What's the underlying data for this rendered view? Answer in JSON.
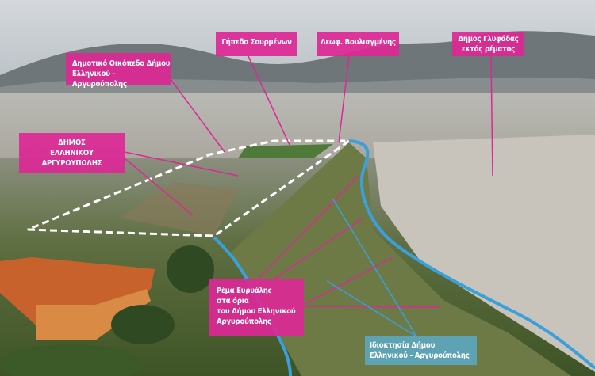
{
  "colors": {
    "pink": "#dc2896",
    "blue": "#3aa0dc",
    "outline": "#ffffff"
  },
  "labels": {
    "municipal_plot": [
      "Δημοτικό Οικόπεδο Δήμου",
      "Ελληνικού - Αργυρούπολης"
    ],
    "stadium": "Γήπεδο Σουρμένων",
    "avenue": "Λεωφ. Βουλιαγμένης",
    "glyfada": [
      "Δήμος Γλυφάδας",
      "εκτός ρέματος"
    ],
    "municipality": [
      "ΔΗΜΟΣ",
      "ΕΛΛΗΝΙΚΟΥ",
      "ΑΡΓΥΡΟΥΠΟΛΗΣ"
    ],
    "stream": [
      "Ρέμα Ευρυάλης",
      "στα όρια",
      "του Δήμου Ελληνικού",
      "Αργυρούπολης"
    ],
    "ownership": [
      "Ιδιοκτησία Δήμου",
      "Ελληνικού - Αργυρούπολης"
    ]
  }
}
